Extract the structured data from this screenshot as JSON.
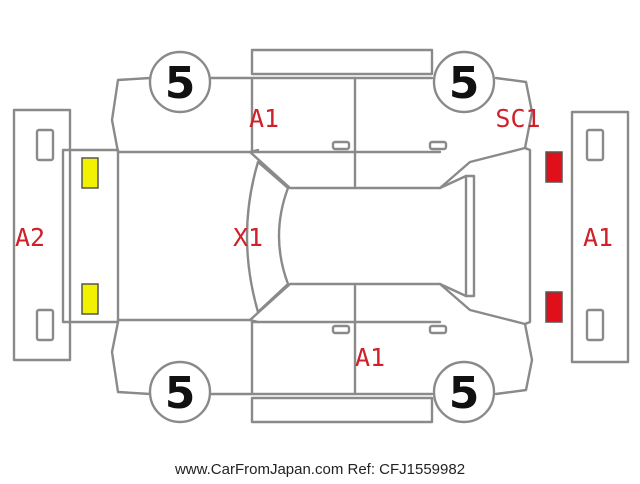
{
  "colors": {
    "line": "#8a8a8a",
    "code_text": "#d0202a",
    "tyre_text": "#111111",
    "yellow_lamp": "#f2f200",
    "red_lamp": "#e0101a",
    "footer_text": "#222222"
  },
  "icons": [
    "car-outline-diagram"
  ],
  "tyres": {
    "front_left": "5",
    "rear_left": "5",
    "front_right": "5",
    "rear_right": "5"
  },
  "damage_codes": {
    "top_side": "A1",
    "rear_top_corner": "SC1",
    "front_bumper": "A2",
    "hood": "X1",
    "rear_bumper": "A1",
    "bottom_side": "A1"
  },
  "footer": {
    "credit": "www.CarFromJapan.com Ref: CFJ1559982"
  }
}
